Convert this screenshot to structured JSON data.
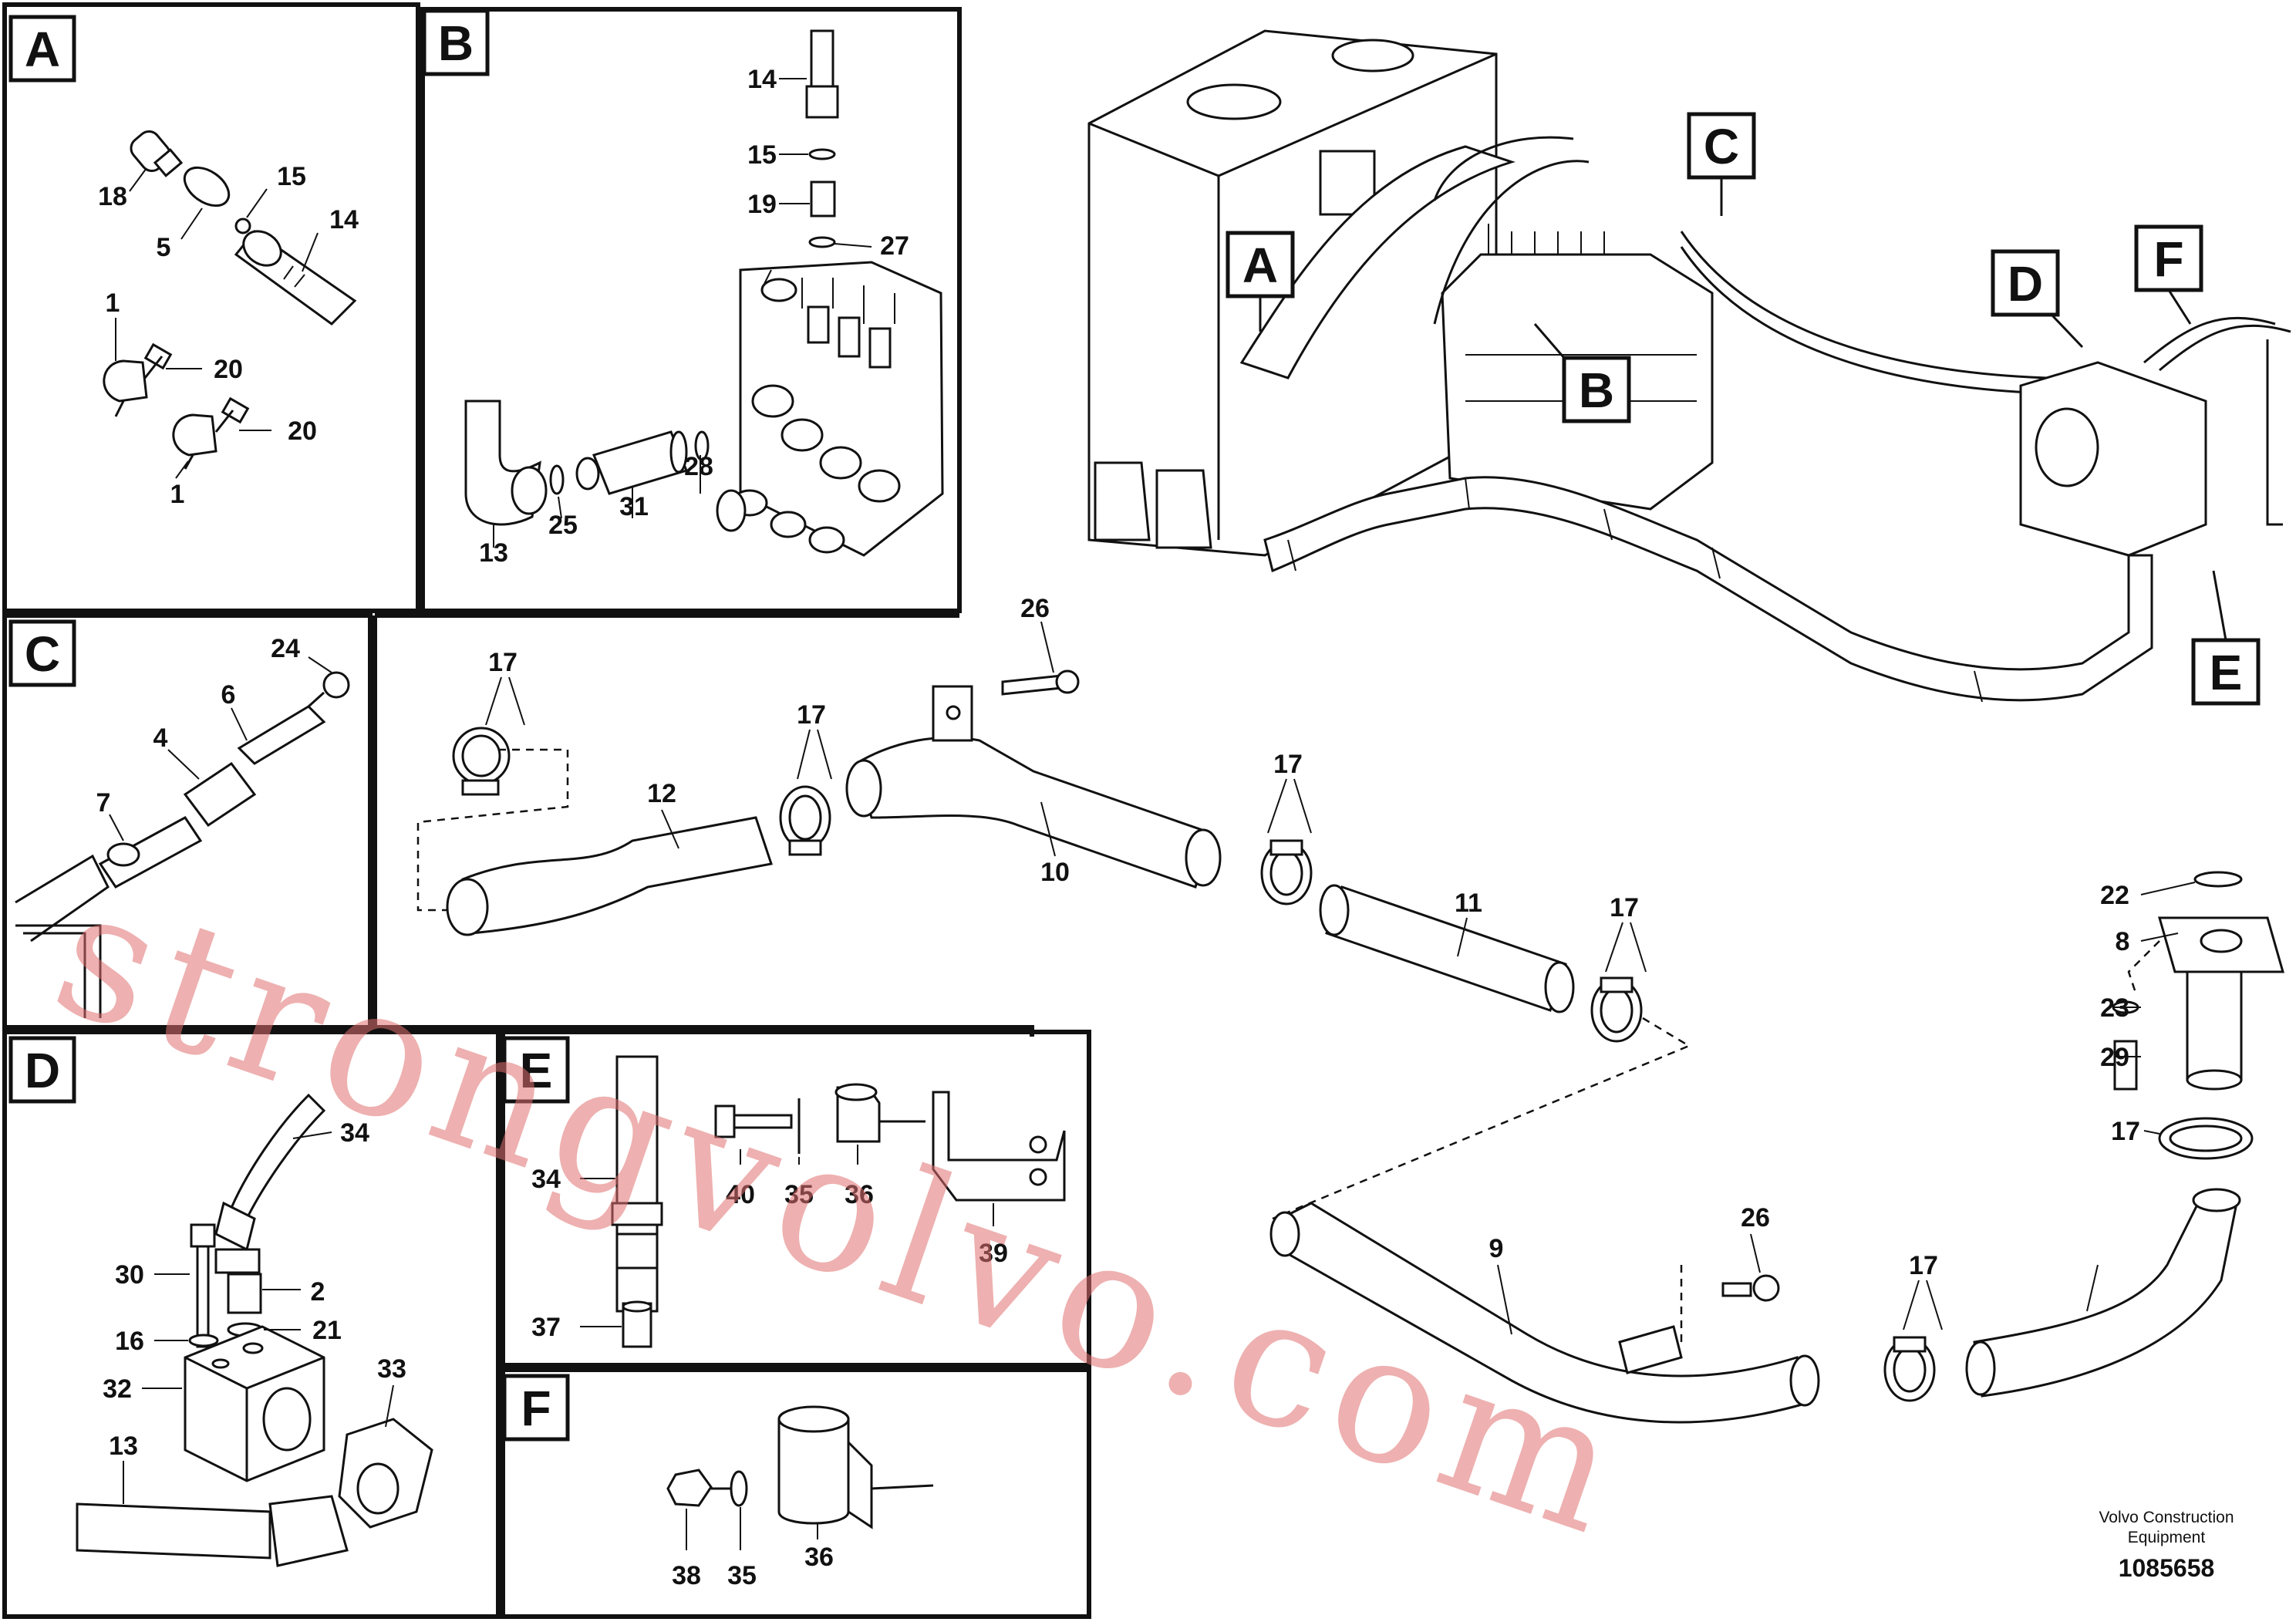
{
  "panels": {
    "a": "A",
    "b": "B",
    "c": "C",
    "d": "D",
    "e": "E",
    "f": "F"
  },
  "overview": {
    "callout_a": "A",
    "callout_b": "B",
    "callout_c": "C",
    "callout_d": "D",
    "callout_e": "E",
    "callout_f": "F"
  },
  "panel_a": {
    "labels": [
      "18",
      "15",
      "5",
      "14",
      "1",
      "20",
      "20",
      "1"
    ]
  },
  "panel_b": {
    "labels": [
      "14",
      "15",
      "19",
      "27",
      "28",
      "13",
      "25",
      "31"
    ]
  },
  "panel_c": {
    "labels": [
      "24",
      "6",
      "4",
      "7"
    ]
  },
  "main": {
    "labels": [
      "17",
      "26",
      "17",
      "12",
      "17",
      "10",
      "11",
      "17",
      "22",
      "8",
      "23",
      "29",
      "17",
      "9",
      "26",
      "17"
    ]
  },
  "panel_d": {
    "labels": [
      "34",
      "30",
      "2",
      "16",
      "21",
      "32",
      "33",
      "13"
    ]
  },
  "panel_e": {
    "labels": [
      "34",
      "40",
      "35",
      "36",
      "39",
      "37"
    ]
  },
  "panel_f": {
    "labels": [
      "38",
      "35",
      "36"
    ]
  },
  "footer": {
    "company_line1": "Volvo Construction",
    "company_line2": "Equipment",
    "drawing_number": "1085658"
  },
  "watermark": "strongvolvo.com"
}
